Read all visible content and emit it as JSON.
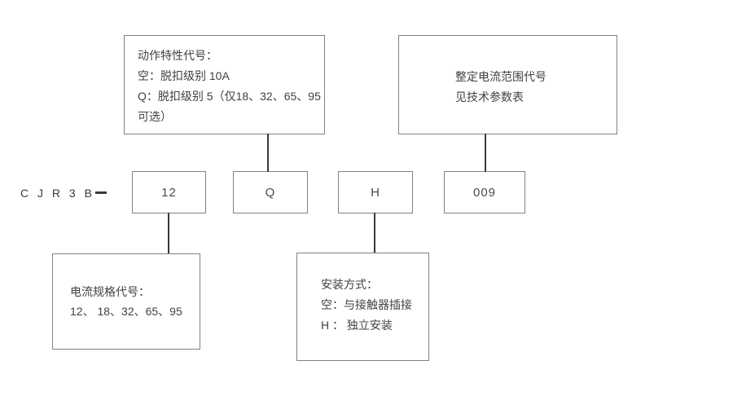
{
  "diagram": {
    "title_semantic": "CJR3B model designation code diagram",
    "model_prefix": "C J R 3 B",
    "separator": "—",
    "code_boxes": [
      {
        "id": "current-spec",
        "value": "12"
      },
      {
        "id": "trip-class",
        "value": "Q"
      },
      {
        "id": "mount-type",
        "value": "H"
      },
      {
        "id": "current-range",
        "value": "009"
      }
    ],
    "callouts": {
      "top_left": {
        "lines": [
          "动作特性代号：",
          "空：脱扣级别 10A",
          "Q：脱扣级别 5（仅18、32、65、95",
          "可选）"
        ]
      },
      "top_right": {
        "lines": [
          "整定电流范围代号",
          "见技术参数表"
        ]
      },
      "bottom_left": {
        "lines": [
          "电流规格代号：",
          "12、 18、32、65、95"
        ]
      },
      "bottom_middle": {
        "lines": [
          "安装方式：",
          "空：与接触器插接",
          "H ： 独立安装"
        ]
      }
    },
    "colors": {
      "background": "#ffffff",
      "box_border": "#828282",
      "connector_line": "#3a3a3a",
      "text": "#414141"
    }
  }
}
